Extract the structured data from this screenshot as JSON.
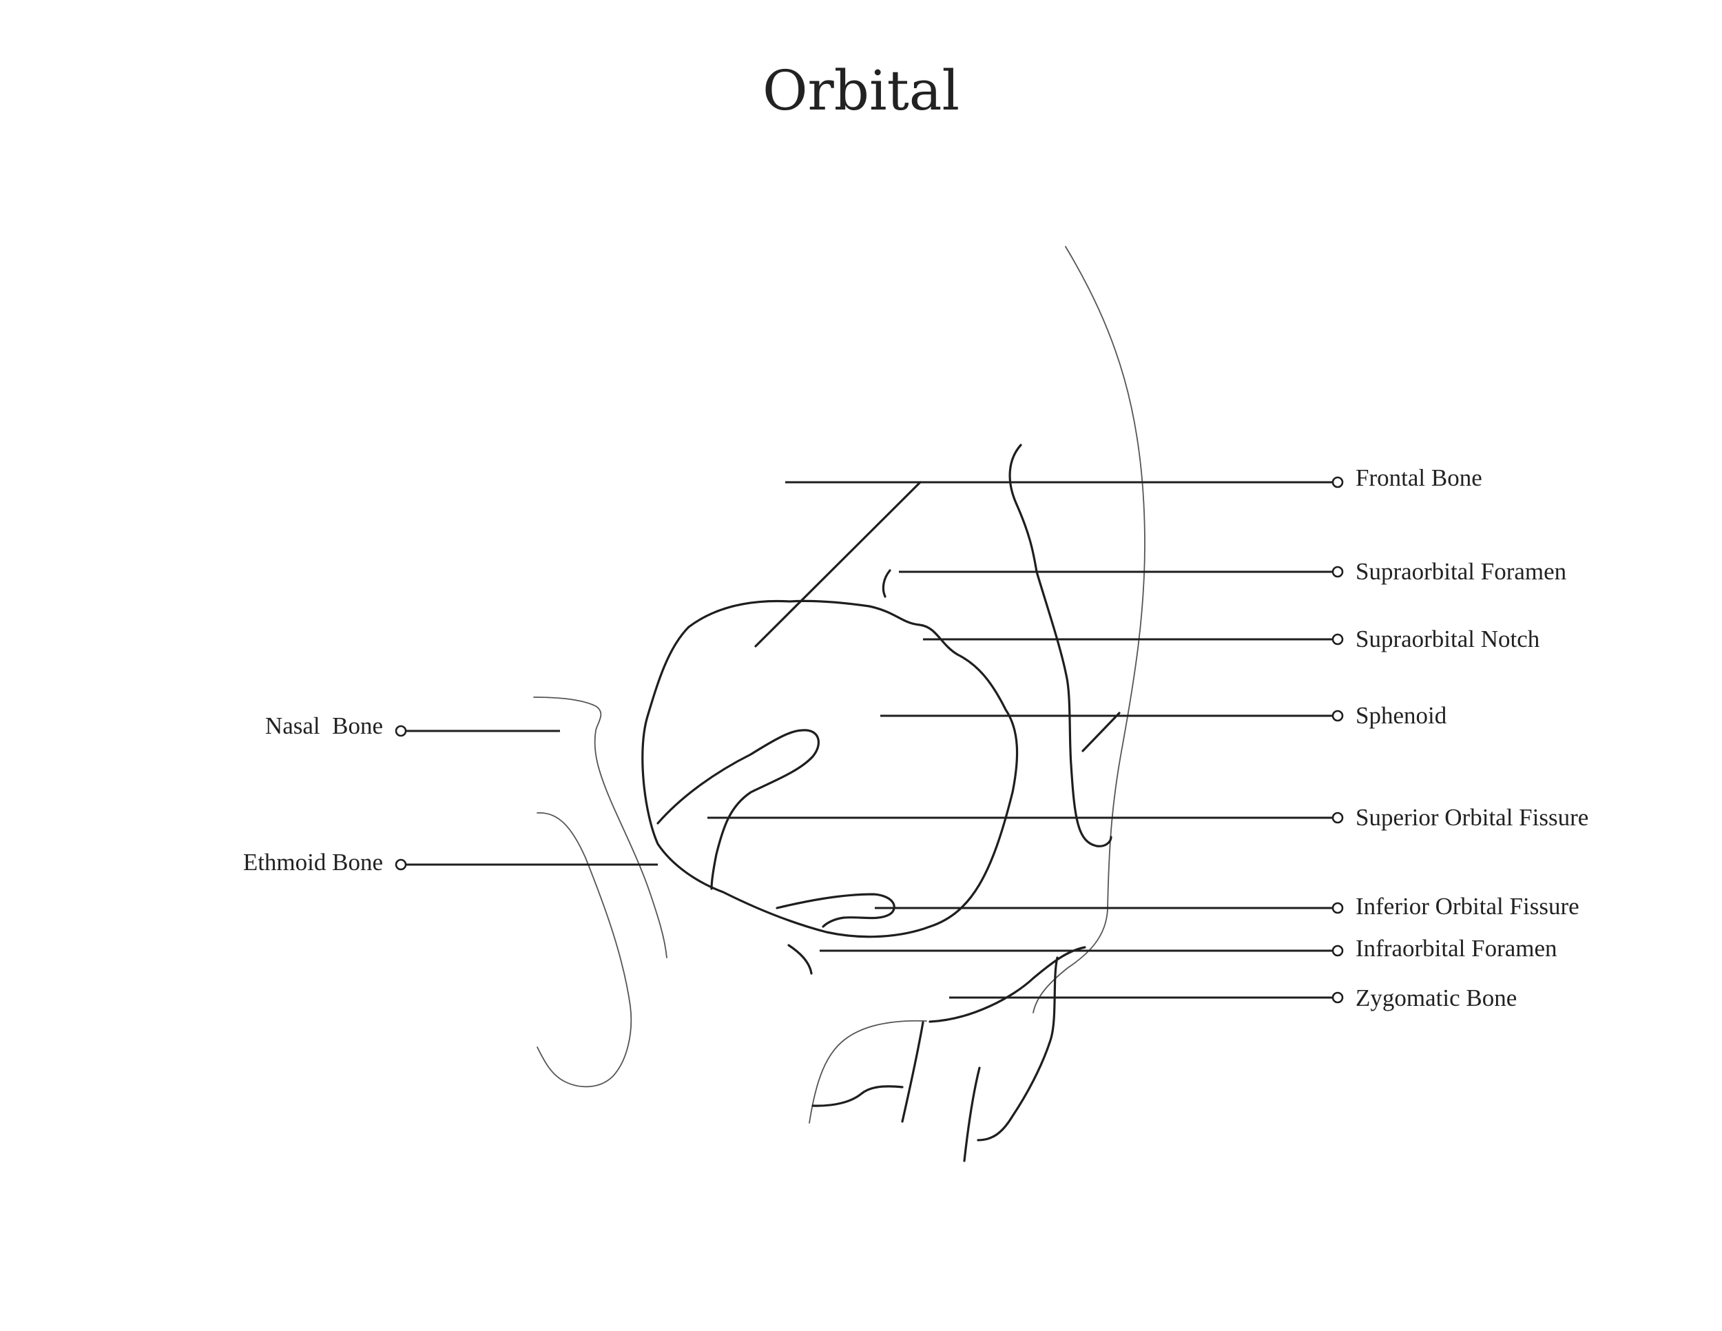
{
  "title": "Orbital",
  "labels": {
    "frontal_bone": "Frontal Bone",
    "supraorbital_foramen": "Supraorbital Foramen",
    "supraorbital_notch": "Supraorbital Notch",
    "sphenoid": "Sphenoid",
    "superior_orbital_fissure": "Superior Orbital Fissure",
    "inferior_orbital_fissure": "Inferior Orbital Fissure",
    "infraorbital_foramen": "Infraorbital Foramen",
    "zygomatic_bone": "Zygomatic Bone",
    "nasal_bone": "Nasal  Bone",
    "ethmoid_bone": "Ethmoid Bone"
  }
}
